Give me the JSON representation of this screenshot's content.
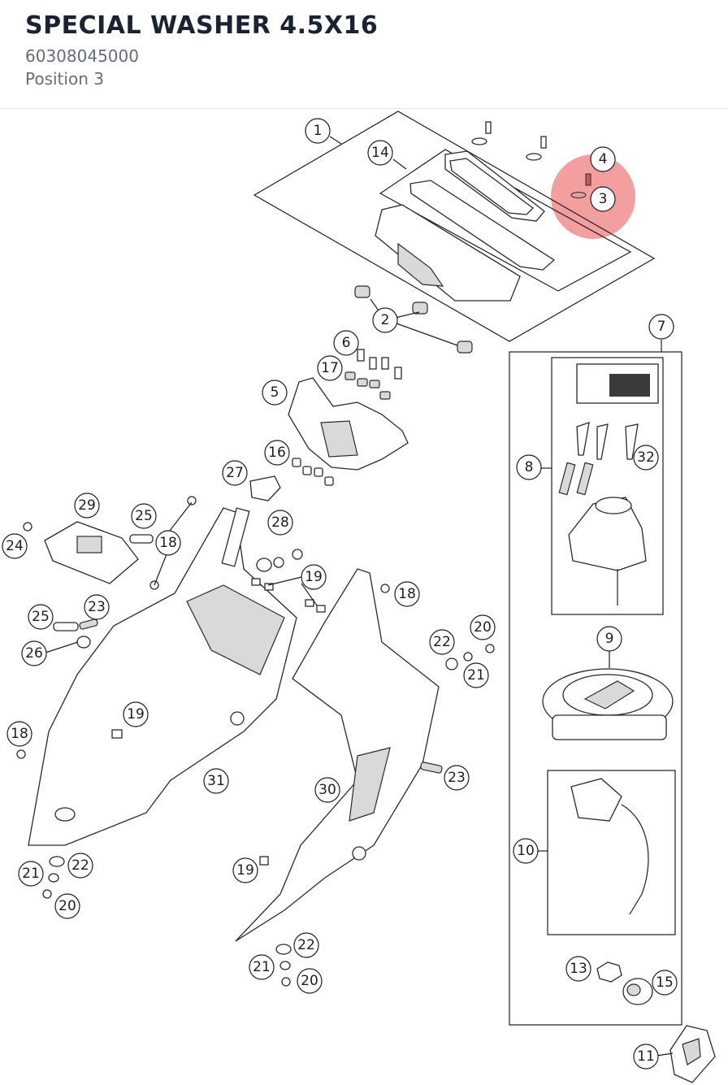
{
  "header": {
    "title": "SPECIAL WASHER 4.5X16",
    "part_number": "60308045000",
    "position": "Position 3"
  },
  "highlight": {
    "target": "3",
    "color": "#f07f7f"
  },
  "callouts": [
    "1",
    "14",
    "4",
    "3",
    "2",
    "7",
    "6",
    "17",
    "5",
    "8",
    "32",
    "16",
    "27",
    "28",
    "29",
    "25",
    "18",
    "24",
    "19",
    "23",
    "25",
    "26",
    "18",
    "22",
    "20",
    "21",
    "9",
    "19",
    "18",
    "31",
    "30",
    "23",
    "10",
    "21",
    "22",
    "20",
    "19",
    "13",
    "15",
    "21",
    "22",
    "20",
    "11"
  ]
}
